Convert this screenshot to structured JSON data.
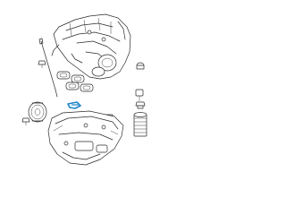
{
  "diagram": {
    "highlight_color": "#1f86c8",
    "line_color": "#2b2b2b",
    "background": "#ffffff",
    "parts": [
      "intake-manifold",
      "oil-dipstick",
      "intake-gaskets",
      "crankshaft-pulley",
      "baffle-bracket",
      "oil-pan",
      "oil-filter",
      "drain-plug",
      "oil-pressure-sensor",
      "bolts"
    ]
  }
}
